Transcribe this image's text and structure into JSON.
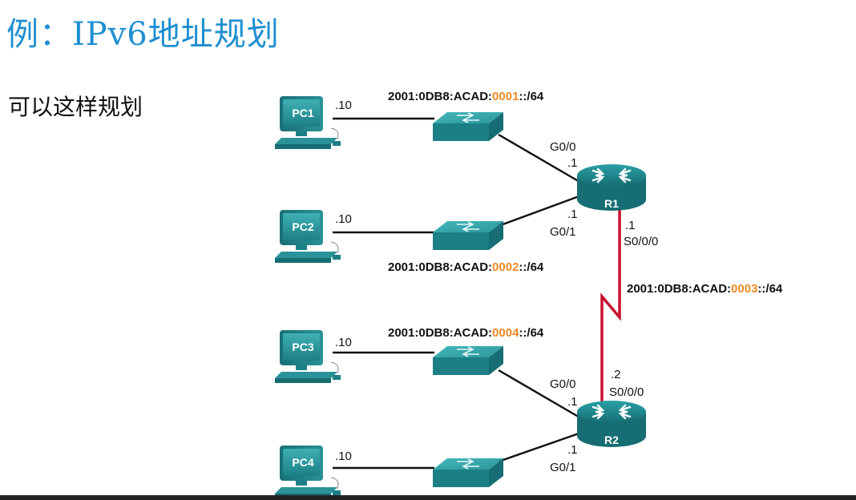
{
  "title": "例：IPv6地址规划",
  "subtitle": "可以这样规划",
  "colors": {
    "title": "#1f8fd2",
    "highlight": "#f08a24",
    "serial_link": "#c8102e",
    "device": "#1e7f86"
  },
  "pcs": [
    {
      "label": "PC1",
      "addr": ".10"
    },
    {
      "label": "PC2",
      "addr": ".10"
    },
    {
      "label": "PC3",
      "addr": ".10"
    },
    {
      "label": "PC4",
      "addr": ".10"
    }
  ],
  "routers": [
    {
      "label": "R1"
    },
    {
      "label": "R2"
    }
  ],
  "networks": [
    {
      "prefix": "2001:0DB8:ACAD:",
      "subnet": "0001",
      "suffix": "::/64"
    },
    {
      "prefix": "2001:0DB8:ACAD:",
      "subnet": "0002",
      "suffix": "::/64"
    },
    {
      "prefix": "2001:0DB8:ACAD:",
      "subnet": "0003",
      "suffix": "::/64"
    },
    {
      "prefix": "2001:0DB8:ACAD:",
      "subnet": "0004",
      "suffix": "::/64"
    }
  ],
  "interfaces": {
    "r1_g00": "G0/0",
    "r1_g00_addr": ".1",
    "r1_g01": "G0/1",
    "r1_g01_addr": ".1",
    "r1_s000": "S0/0/0",
    "r1_s000_addr": ".1",
    "r2_s000": "S0/0/0",
    "r2_s000_addr": ".2",
    "r2_g00": "G0/0",
    "r2_g00_addr": ".1",
    "r2_g01": "G0/1",
    "r2_g01_addr": ".1"
  }
}
